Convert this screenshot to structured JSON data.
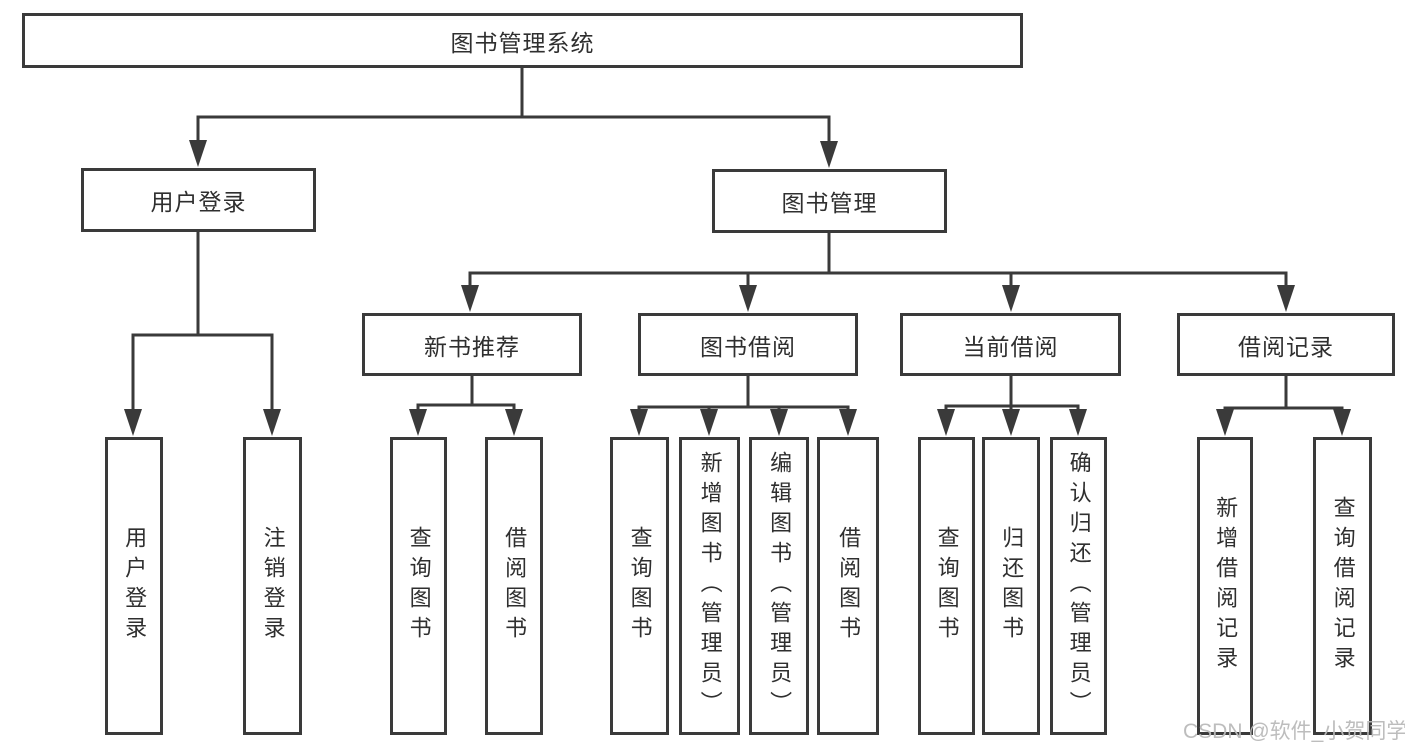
{
  "diagram_type": "hierarchy-tree",
  "colors": {
    "line": "#3a3a3a",
    "box_border": "#3a3a3a",
    "box_fill": "#ffffff",
    "text": "#2f2f2f",
    "watermark": "#b9b9b9"
  },
  "tree": {
    "label": "图书管理系统",
    "children": [
      {
        "label": "用户登录",
        "children": [
          {
            "label": "用户登录"
          },
          {
            "label": "注销登录"
          }
        ]
      },
      {
        "label": "图书管理",
        "children": [
          {
            "label": "新书推荐",
            "children": [
              {
                "label": "查询图书"
              },
              {
                "label": "借阅图书"
              }
            ]
          },
          {
            "label": "图书借阅",
            "children": [
              {
                "label": "查询图书"
              },
              {
                "label": "新增图书（管理员）"
              },
              {
                "label": "编辑图书（管理员）"
              },
              {
                "label": "借阅图书"
              }
            ]
          },
          {
            "label": "当前借阅",
            "children": [
              {
                "label": "查询图书"
              },
              {
                "label": "归还图书"
              },
              {
                "label": "确认归还（管理员）"
              }
            ]
          },
          {
            "label": "借阅记录",
            "children": [
              {
                "label": "新增借阅记录"
              },
              {
                "label": "查询借阅记录"
              }
            ]
          }
        ]
      }
    ]
  },
  "watermark": {
    "text": "CSDN @软件_小贺同学"
  }
}
